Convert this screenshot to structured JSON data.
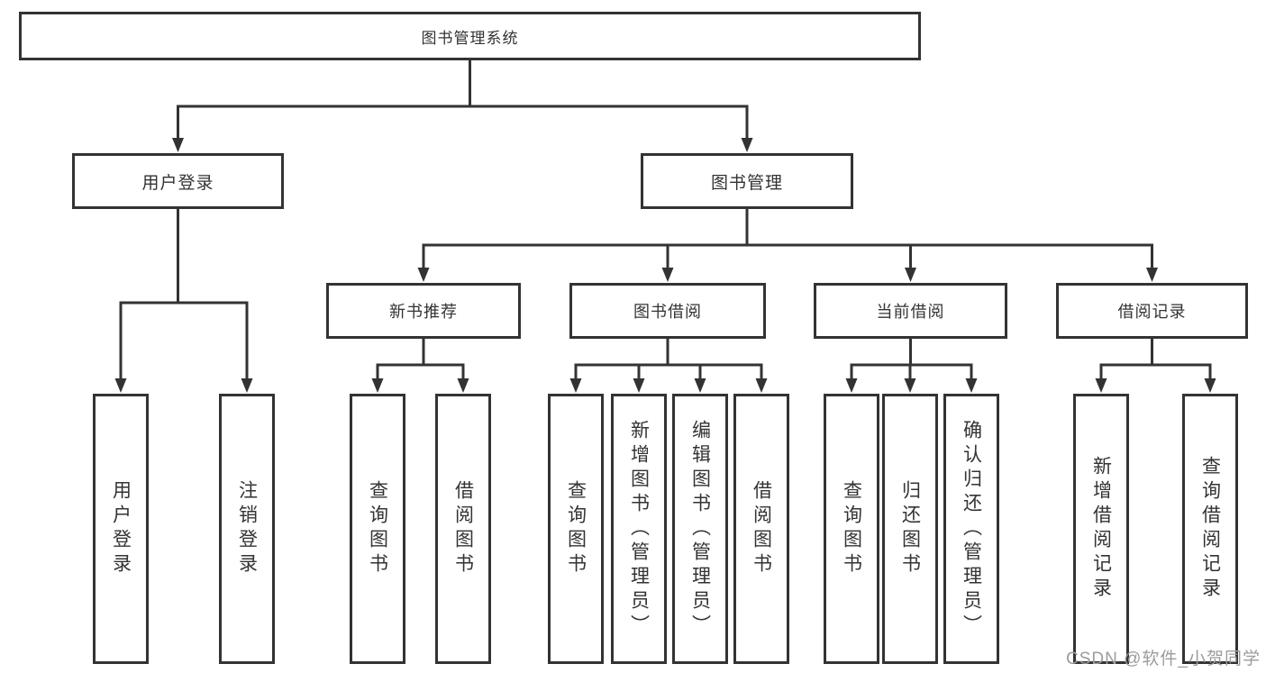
{
  "colors": {
    "line": "#333333",
    "text": "#333333",
    "background": "#ffffff",
    "watermark": "#9c9c9c"
  },
  "tree": {
    "root": {
      "label": "图书管理系统"
    },
    "level2": [
      {
        "label": "用户登录"
      },
      {
        "label": "图书管理"
      }
    ],
    "level3": [
      {
        "label": "新书推荐"
      },
      {
        "label": "图书借阅"
      },
      {
        "label": "当前借阅"
      },
      {
        "label": "借阅记录"
      }
    ],
    "leaves": {
      "user_login": [
        {
          "label": "用户登录"
        },
        {
          "label": "注销登录"
        }
      ],
      "new_book_recommend": [
        {
          "label": "查询图书"
        },
        {
          "label": "借阅图书"
        }
      ],
      "book_borrow": [
        {
          "label": "查询图书"
        },
        {
          "label": "新增图书（管理员）"
        },
        {
          "label": "编辑图书（管理员）"
        },
        {
          "label": "借阅图书"
        }
      ],
      "current_borrow": [
        {
          "label": "查询图书"
        },
        {
          "label": "归还图书"
        },
        {
          "label": "确认归还（管理员）"
        }
      ],
      "borrow_records": [
        {
          "label": "新增借阅记录"
        },
        {
          "label": "查询借阅记录"
        }
      ]
    }
  },
  "watermark": {
    "text": "CSDN @软件_小贺同学"
  }
}
